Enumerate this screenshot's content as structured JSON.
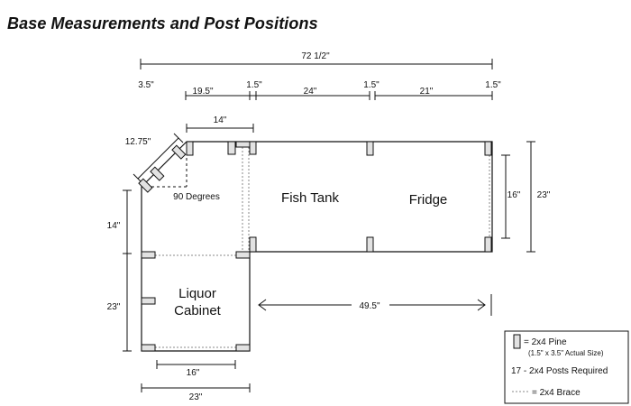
{
  "title": "Base Measurements and Post Positions",
  "dimensions": {
    "overall_width": "72 1/2\"",
    "post_left": "3.5\"",
    "span_1": "19.5\"",
    "post_1": "1.5\"",
    "span_2": "24\"",
    "post_2": "1.5\"",
    "span_3": "21\"",
    "post_3": "1.5\"",
    "top_14": "14\"",
    "diagonal": "12.75\"",
    "left_14": "14\"",
    "left_23": "23\"",
    "right_16": "16\"",
    "right_23": "23\"",
    "bottom_16": "16\"",
    "bottom_23": "23\"",
    "gap_49_5": "49.5\""
  },
  "labels": {
    "angle": "90 Degrees",
    "fish_tank": "Fish Tank",
    "fridge": "Fridge",
    "liquor_line1": "Liquor",
    "liquor_line2": "Cabinet"
  },
  "legend": {
    "post_label": "= 2x4 Pine",
    "post_note": "(1.5\" x 3.5\" Actual Size)",
    "count": "17 - 2x4 Posts Required",
    "brace_label": "= 2x4 Brace"
  }
}
